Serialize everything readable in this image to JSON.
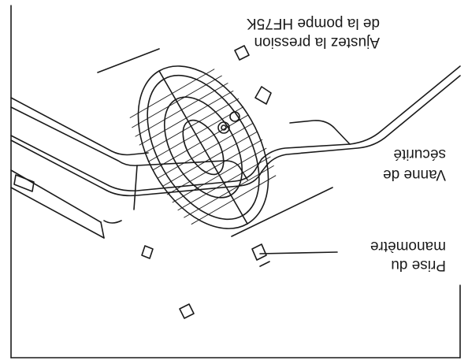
{
  "labels": {
    "pressure_adjust_line1": "Ajustez la pression",
    "pressure_adjust_line2": "de la pompe HF75K",
    "safety_valve_line1": "Vanne de",
    "safety_valve_line2": "sécurité",
    "gauge_port_line1": "Prise du",
    "gauge_port_line2": "manomètre"
  },
  "colors": {
    "ink": "#1a1a1a",
    "background": "#ffffff"
  }
}
